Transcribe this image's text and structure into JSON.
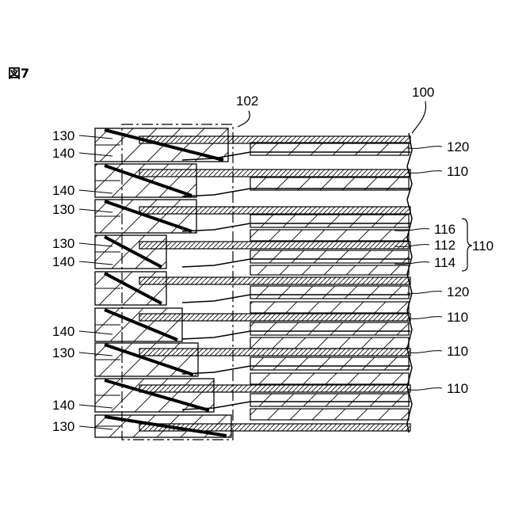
{
  "figure": {
    "title": "図7"
  },
  "callouts": {
    "battery": "100",
    "region": "102",
    "electrode_a": "110",
    "separator": "120",
    "layer_116": "116",
    "layer_112": "112",
    "layer_114": "114",
    "lead_130": "130",
    "lead_140": "140"
  },
  "left_labels": [
    "130",
    "140",
    "140",
    "130",
    "130",
    "140",
    "140",
    "130",
    "140",
    "130"
  ],
  "right_labels": [
    "120",
    "110",
    "116",
    "112",
    "114",
    "120",
    "110",
    "110",
    "110"
  ],
  "brace_label": "110"
}
